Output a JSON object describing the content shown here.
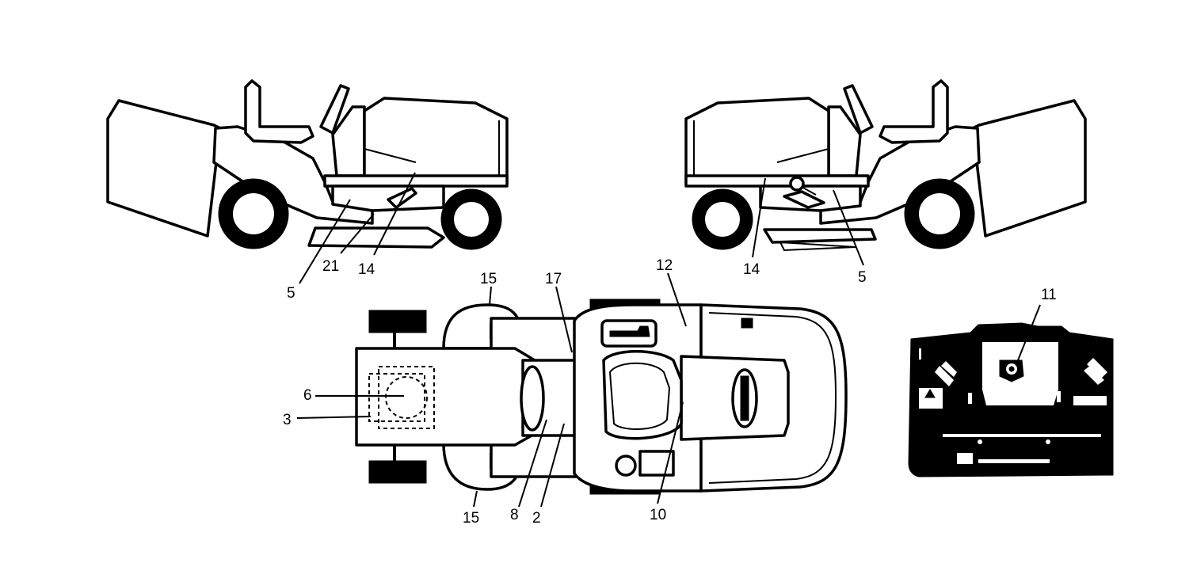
{
  "colors": {
    "ink": "#000000",
    "paper": "#ffffff"
  },
  "views": {
    "left_side": {
      "callouts": [
        "5",
        "21",
        "14"
      ]
    },
    "right_side": {
      "callouts": [
        "14",
        "5"
      ]
    },
    "top": {
      "callouts": [
        "15",
        "17",
        "12",
        "6",
        "3",
        "15",
        "8",
        "2",
        "10"
      ]
    },
    "rear_panel": {
      "callouts": [
        "11"
      ]
    }
  }
}
